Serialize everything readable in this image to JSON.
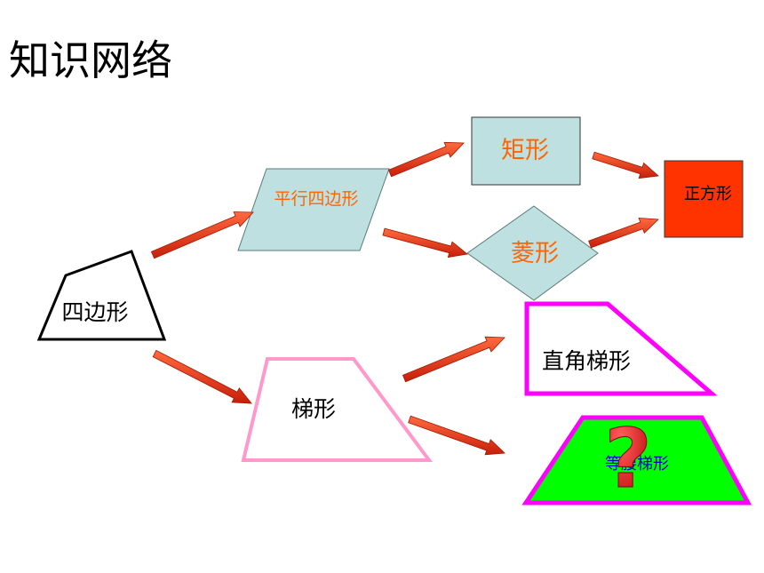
{
  "title": "知识网络",
  "nodes": {
    "quadrilateral": "四边形",
    "parallelogram": "平行四边形",
    "rectangle": "矩形",
    "rhombus": "菱形",
    "square": "正方形",
    "trapezoid": "梯形",
    "right_trapezoid": "直角梯形",
    "isosceles_trapezoid": "等腰梯形"
  },
  "question_mark": "?",
  "colors": {
    "arrow": "#E8341C",
    "light_blue_fill": "#BEE0E0",
    "square_fill": "#FF3300",
    "pink_outline": "#FF99CC",
    "magenta_outline": "#FF00FF",
    "green_fill": "#00FF00",
    "orange_text": "#FF6600",
    "blue_text": "#0000CC",
    "question_red": "#E02020"
  }
}
